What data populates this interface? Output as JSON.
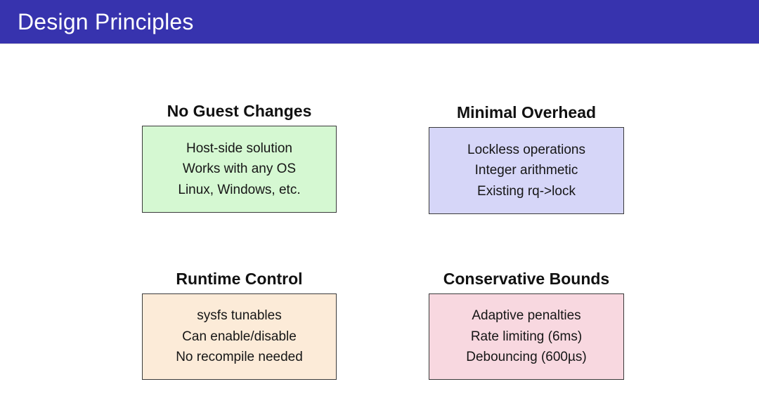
{
  "slide": {
    "title": "Design Principles",
    "header_bg": "#3733ae",
    "panels": [
      {
        "title": "No Guest Changes",
        "fill": "#d5f8d2",
        "lines": [
          "Host-side solution",
          "Works with any OS",
          "Linux, Windows, etc."
        ]
      },
      {
        "title": "Minimal Overhead",
        "fill": "#d6d6f8",
        "lines": [
          "Lockless operations",
          "Integer arithmetic",
          "Existing rq->lock"
        ]
      },
      {
        "title": "Runtime Control",
        "fill": "#fcebd8",
        "lines": [
          "sysfs tunables",
          "Can enable/disable",
          "No recompile needed"
        ]
      },
      {
        "title": "Conservative Bounds",
        "fill": "#f8d8e0",
        "lines": [
          "Adaptive penalties",
          "Rate limiting (6ms)",
          "Debouncing (600µs)"
        ]
      }
    ]
  }
}
